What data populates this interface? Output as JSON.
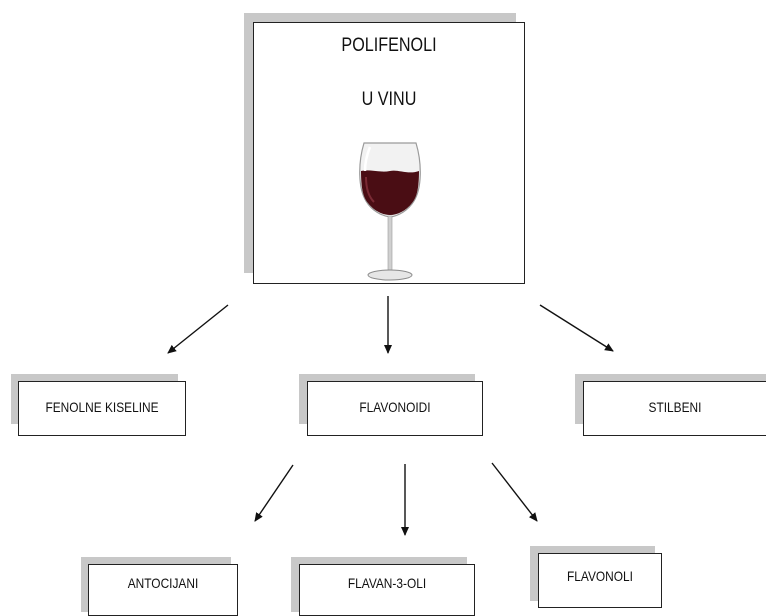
{
  "root": {
    "line1": "POLIFENOLI",
    "line2": "U VINU",
    "image": "wine-glass-icon"
  },
  "level1": [
    {
      "label": "FENOLNE KISELINE"
    },
    {
      "label": "FLAVONOIDI"
    },
    {
      "label": "STILBENI"
    }
  ],
  "level2": [
    {
      "label": "ANTOCIJANI"
    },
    {
      "label": "FLAVAN-3-OLI"
    },
    {
      "label": "FLAVONOLI"
    }
  ],
  "colors": {
    "shadow": "#c8c8c8",
    "border": "#222222",
    "wine": "#4a0d14"
  }
}
